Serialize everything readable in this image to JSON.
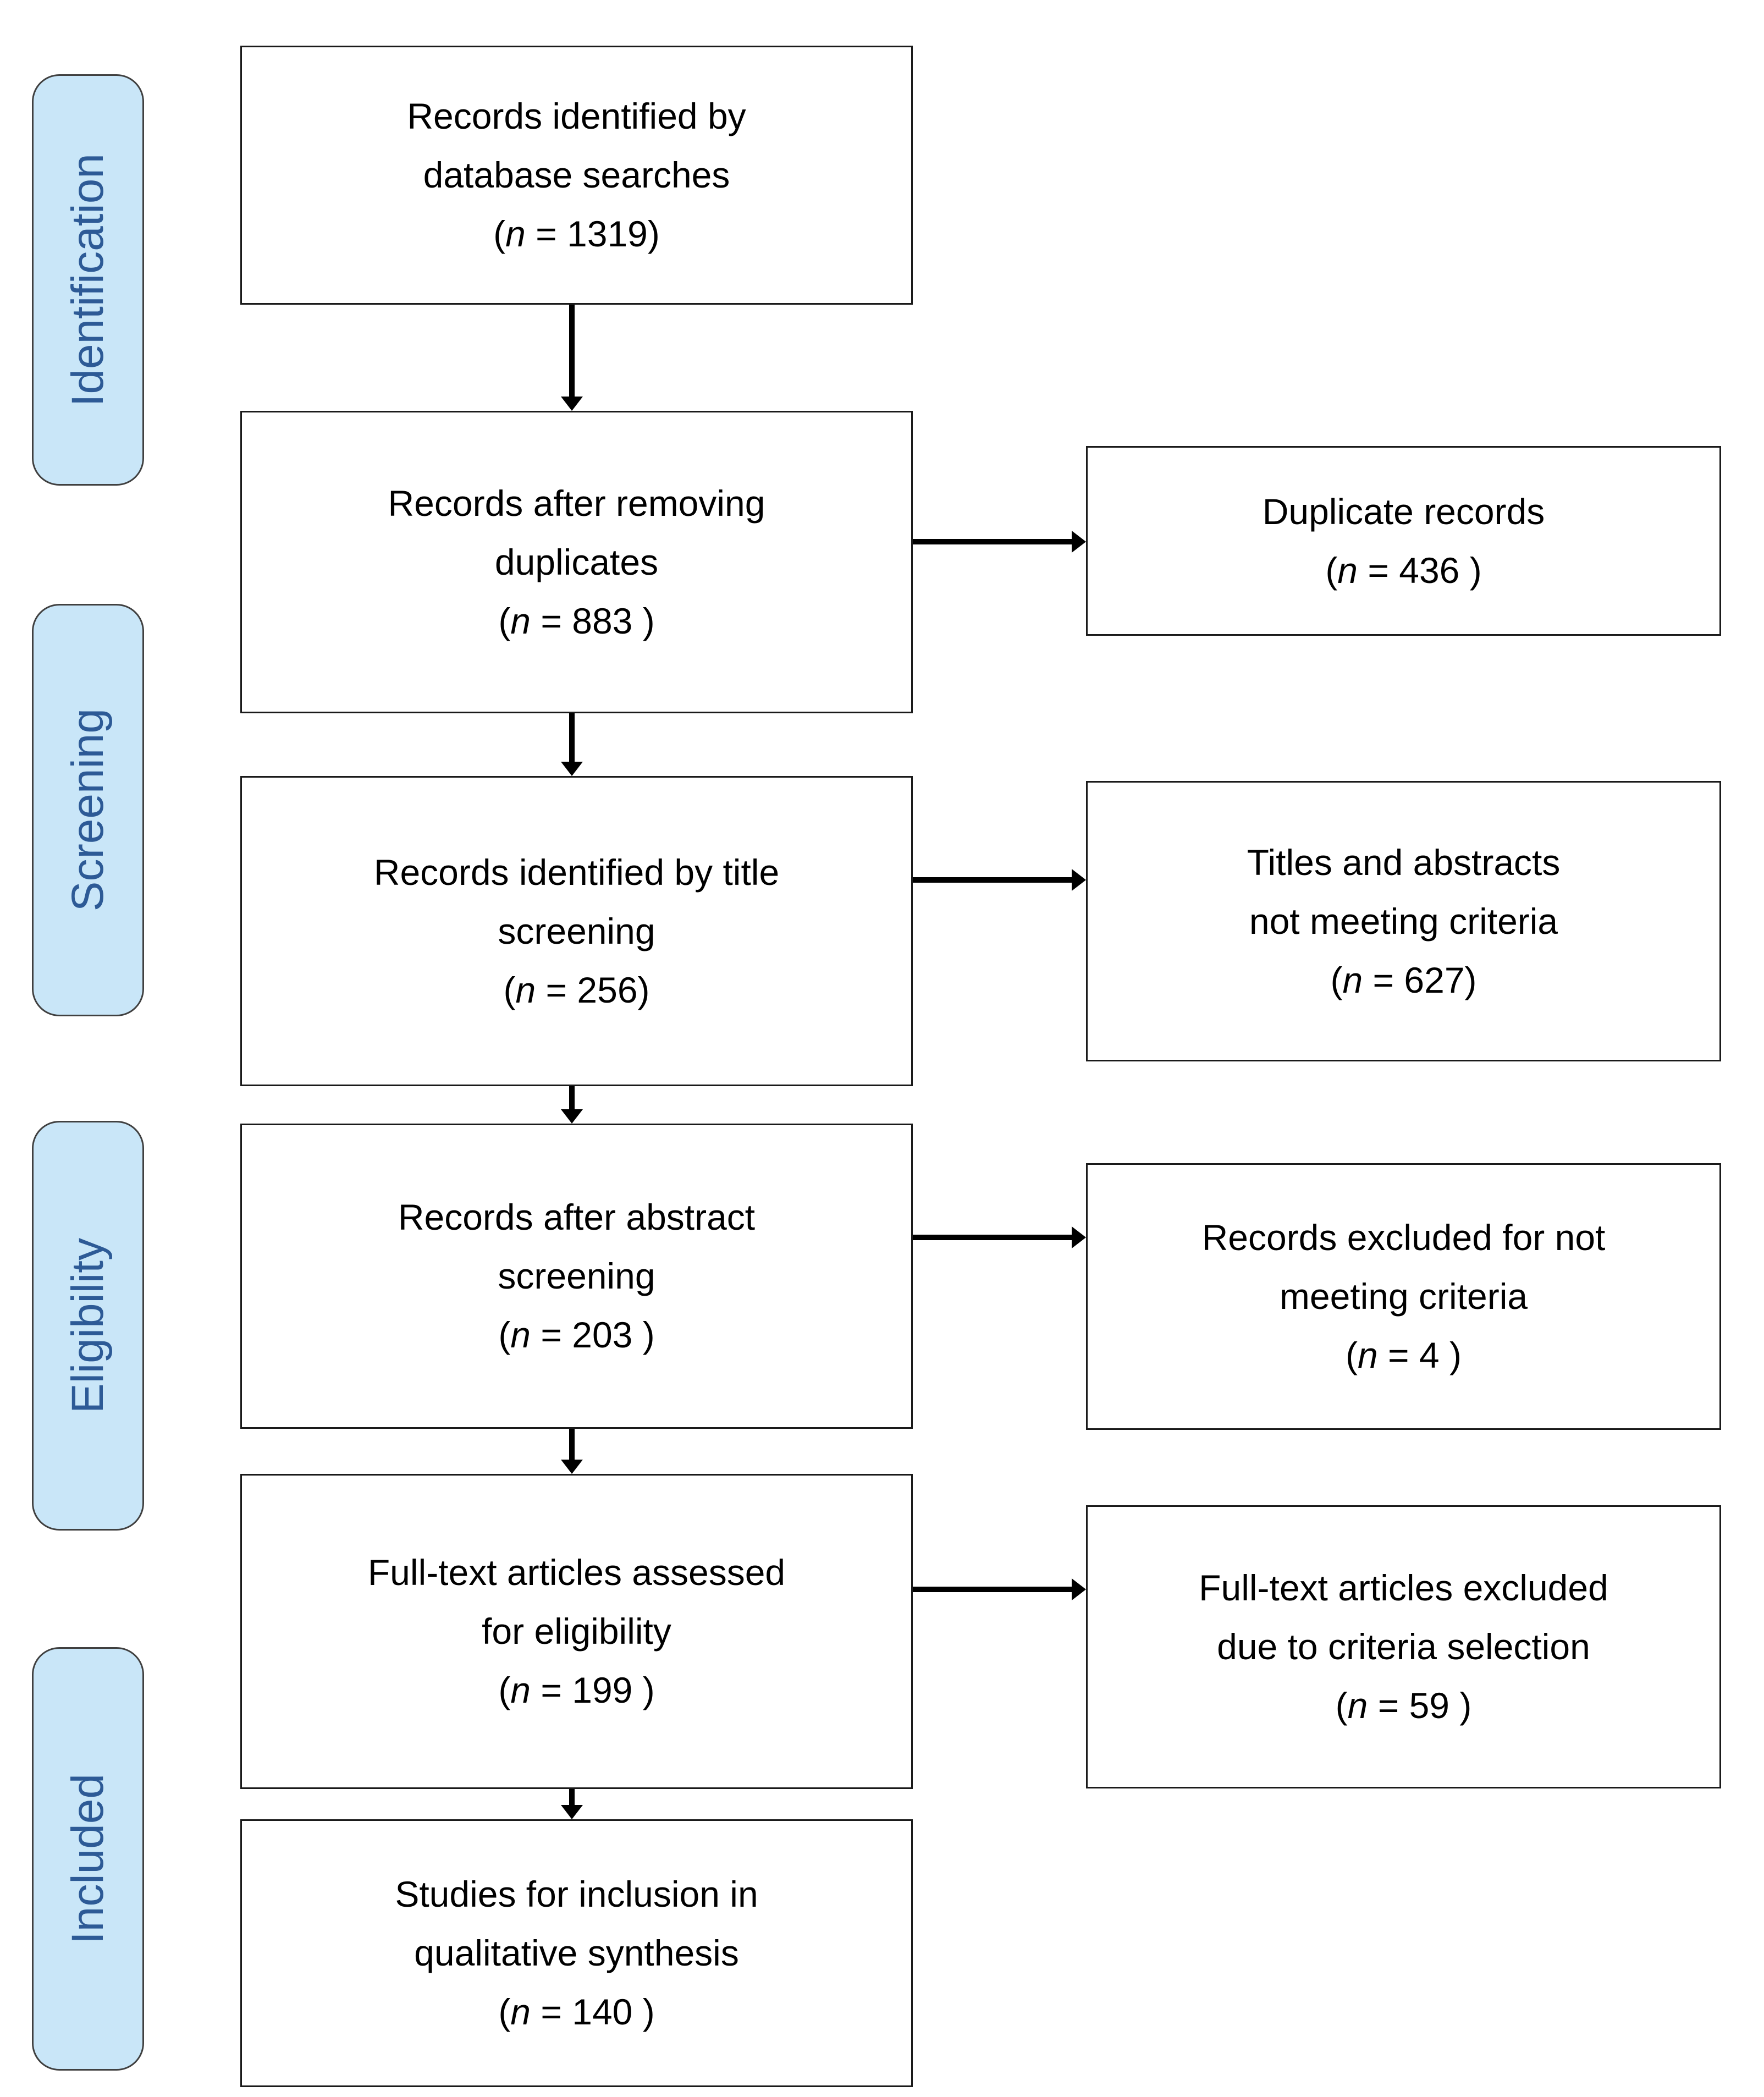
{
  "colors": {
    "background": "#FFFFFF",
    "stage_fill": "#C9E6F8",
    "stage_text": "#2D5A96",
    "stage_border": "#404040",
    "box_border": "#1A1A1A",
    "arrow": "#000000"
  },
  "stages": [
    {
      "label": "Identification"
    },
    {
      "label": "Screening"
    },
    {
      "label": "Eligibility"
    },
    {
      "label": "Included"
    }
  ],
  "flow_boxes": [
    {
      "line1": "Records identified by",
      "line2": "database searches",
      "n_open": "(",
      "n_var": "n",
      "n_rest": " = 1319)"
    },
    {
      "line1": "Records after removing",
      "line2": "duplicates",
      "n_open": "(",
      "n_var": "n",
      "n_rest": " = 883 )"
    },
    {
      "line1": "Records identified by title",
      "line2": "screening",
      "n_open": "(",
      "n_var": "n",
      "n_rest": " = 256)"
    },
    {
      "line1": "Records after abstract",
      "line2": "screening",
      "n_open": "(",
      "n_var": "n",
      "n_rest": " = 203 )"
    },
    {
      "line1": "Full-text articles assessed",
      "line2": "for eligibility",
      "n_open": "(",
      "n_var": "n",
      "n_rest": " = 199 )"
    },
    {
      "line1": "Studies for inclusion in",
      "line2": "qualitative synthesis",
      "n_open": "(",
      "n_var": "n",
      "n_rest": " = 140 )"
    }
  ],
  "exclusion_boxes": [
    {
      "line1": "Duplicate records",
      "line2": "",
      "n_open": "(",
      "n_var": "n",
      "n_rest": " = 436 )"
    },
    {
      "line1": "Titles and abstracts",
      "line2": "not meeting criteria",
      "n_open": "(",
      "n_var": "n",
      "n_rest": " = 627)"
    },
    {
      "line1": "Records excluded for not",
      "line2": "meeting criteria",
      "n_open": "(",
      "n_var": "n",
      "n_rest": " = 4 )"
    },
    {
      "line1": "Full-text articles excluded",
      "line2": "due to criteria selection",
      "n_open": "(",
      "n_var": "n",
      "n_rest": " = 59 )"
    }
  ]
}
